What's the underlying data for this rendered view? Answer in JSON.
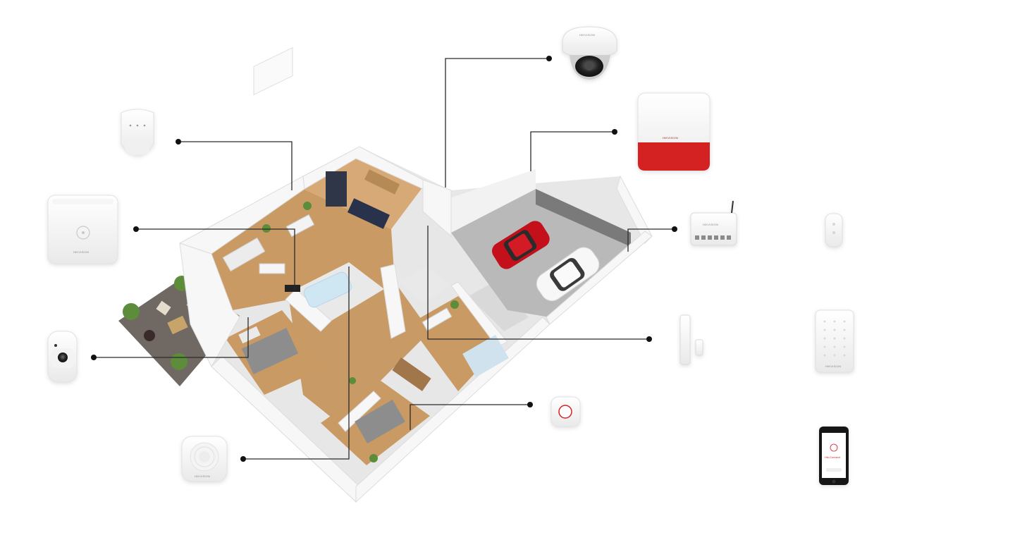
{
  "brand": {
    "name": "HIKVISION"
  },
  "app_screen": {
    "title": "Hik-Connect"
  },
  "colors": {
    "accent_red": "#d42323",
    "line": "#2a2a2a",
    "floor": "#c99a63",
    "wall": "#f4f4f4",
    "grass": "#6f6863"
  },
  "devices": [
    {
      "id": "pir-detector",
      "icon": "pir-detector-icon"
    },
    {
      "id": "control-panel",
      "icon": "hub-icon"
    },
    {
      "id": "pir-camera",
      "icon": "pir-camera-icon"
    },
    {
      "id": "indoor-siren",
      "icon": "indoor-siren-icon"
    },
    {
      "id": "dome-camera",
      "icon": "dome-camera-icon"
    },
    {
      "id": "outdoor-siren",
      "icon": "outdoor-siren-icon"
    },
    {
      "id": "relay-module",
      "icon": "relay-module-icon"
    },
    {
      "id": "key-fob",
      "icon": "key-fob-icon"
    },
    {
      "id": "door-contact",
      "icon": "door-contact-icon"
    },
    {
      "id": "keypad",
      "icon": "keypad-icon"
    },
    {
      "id": "emergency-button",
      "icon": "panic-button-icon"
    },
    {
      "id": "smartphone-app",
      "icon": "smartphone-icon"
    }
  ]
}
